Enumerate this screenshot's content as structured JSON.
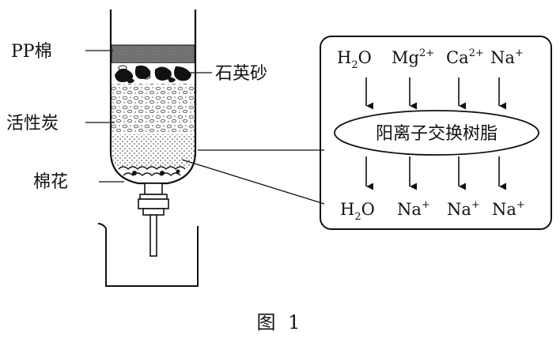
{
  "labels": {
    "pp_cotton": "PP棉",
    "quartz_sand": "石英砂",
    "activated_carbon": "活性炭",
    "cotton": "棉花",
    "resin": "阳离子交换树脂"
  },
  "ions_in": {
    "h2o": {
      "base": "H",
      "sub": "2",
      "tail": "O"
    },
    "mg": {
      "base": "Mg",
      "sup": "2+"
    },
    "ca": {
      "base": "Ca",
      "sup": "2+"
    },
    "na": {
      "base": "Na",
      "sup": "+"
    }
  },
  "ions_out": {
    "h2o": {
      "base": "H",
      "sub": "2",
      "tail": "O"
    },
    "na1": {
      "base": "Na",
      "sup": "+"
    },
    "na2": {
      "base": "Na",
      "sup": "+"
    },
    "na3": {
      "base": "Na",
      "sup": "+"
    }
  },
  "caption": "图 1"
}
